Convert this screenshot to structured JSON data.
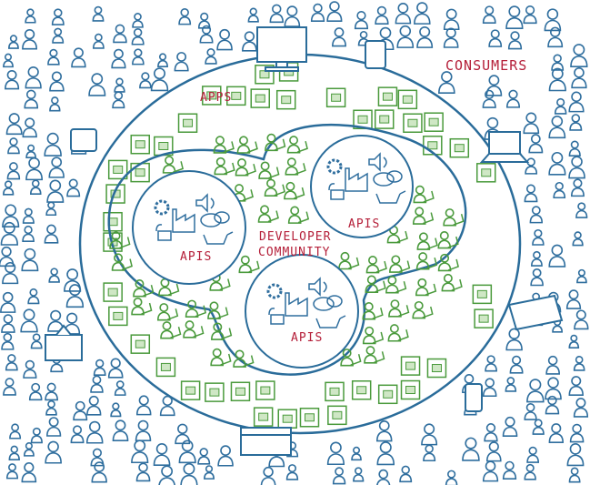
{
  "labels": {
    "consumers": "CONSUMERS",
    "apps": "APPS",
    "developer_line1": "DEVELOPER",
    "developer_line2": "COMMUNITY",
    "apis": [
      "APIS",
      "APIS",
      "APIS"
    ]
  },
  "colors": {
    "consumer_blue": "#2f6e9e",
    "app_green": "#4a9a3c",
    "label_red": "#b5203a",
    "outline_blue": "#2a6c9a"
  },
  "icons": [
    "person-icon",
    "app-tile-icon",
    "developer-icon",
    "gear-icon",
    "factory-icon",
    "speaker-icon",
    "chat-icon",
    "cart-icon",
    "lock-icon",
    "monitor-icon",
    "laptop-icon",
    "tablet-icon",
    "phone-icon",
    "tv-icon"
  ]
}
